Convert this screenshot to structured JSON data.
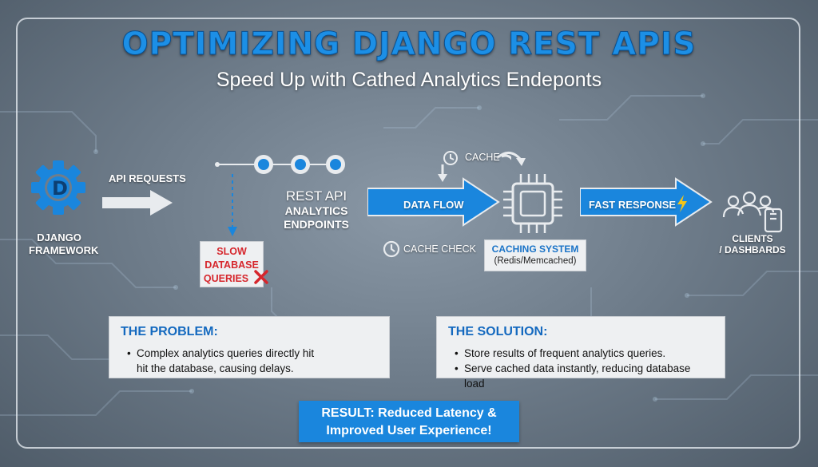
{
  "header": {
    "title": "OPTIMIZING DJANGO REST APIS",
    "subtitle": "Speed Up with Cathed Analytics Endeponts"
  },
  "django": {
    "icon": "django-gear-icon",
    "label_line1": "DJANGO",
    "label_line2": "FRAMEWORK"
  },
  "api_requests": {
    "label": "API REQUESTS"
  },
  "rest_api": {
    "line1": "REST API",
    "line2": "ANALYTICS",
    "line3": "ENDPOINTS"
  },
  "slow_db": {
    "line1": "SLOW",
    "line2": "DATABASE",
    "line3": "QUERIES"
  },
  "cache_label": "CACHE",
  "data_flow": {
    "label": "DATA FLOW"
  },
  "cache_check": {
    "label": "CACHE CHECK"
  },
  "caching_system": {
    "title": "CACHING SYSTEM",
    "detail": "(Redis/Memcached)"
  },
  "fast_response": {
    "label": "FAST RESPONSE"
  },
  "clients": {
    "line1": "CLIENTS",
    "line2": "/ DASHBARDS"
  },
  "problem": {
    "title": "THE PROBLEM:",
    "bullet1_line1": "Complex analytics queries directly hit",
    "bullet1_line2": "hit the database, causing delays."
  },
  "solution": {
    "title": "THE SOLUTION:",
    "bullet1": "Store results of frequent analytics queries.",
    "bullet2": "Serve cached data instantly, reducing database load"
  },
  "result": {
    "line1": "RESULT: Reduced Latency &",
    "line2": "Improved User Experience!"
  },
  "colors": {
    "accent_blue": "#1a86dd",
    "title_blue": "#1c8fe6",
    "error_red": "#d6262c",
    "panel_bg": "#eef0f2"
  }
}
